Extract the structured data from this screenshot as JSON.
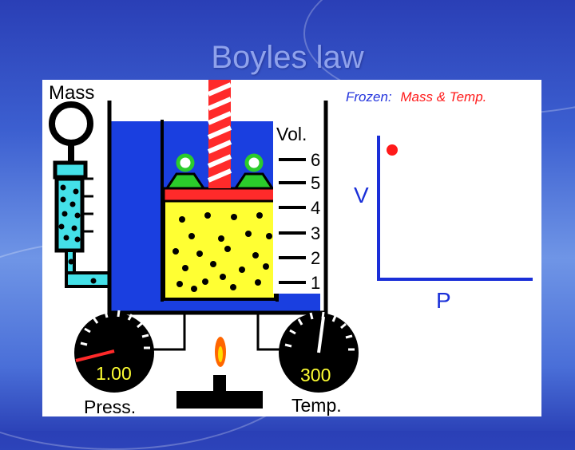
{
  "title": "Boyles law",
  "panel": {
    "mass_label": "Mass",
    "frozen_prefix": "Frozen:",
    "frozen_items": "Mass & Temp.",
    "vol_label": "Vol.",
    "vol_ticks": [
      "6",
      "5",
      "4",
      "3",
      "2",
      "1"
    ],
    "graph_y_label": "V",
    "graph_x_label": "P",
    "press_value": "1.00",
    "press_label": "Press.",
    "temp_value": "300",
    "temp_label": "Temp."
  },
  "colors": {
    "water": "#1a3fe0",
    "gas": "#ffff33",
    "piston": "#ff2a2a",
    "valve": "#2bcc2b",
    "gauge_tube": "#44e0e8",
    "graph_axis": "#1a2fd8",
    "graph_point": "#ff1a1a"
  },
  "icons": {
    "burner": "flame-icon",
    "gauge": "dial-icon"
  }
}
